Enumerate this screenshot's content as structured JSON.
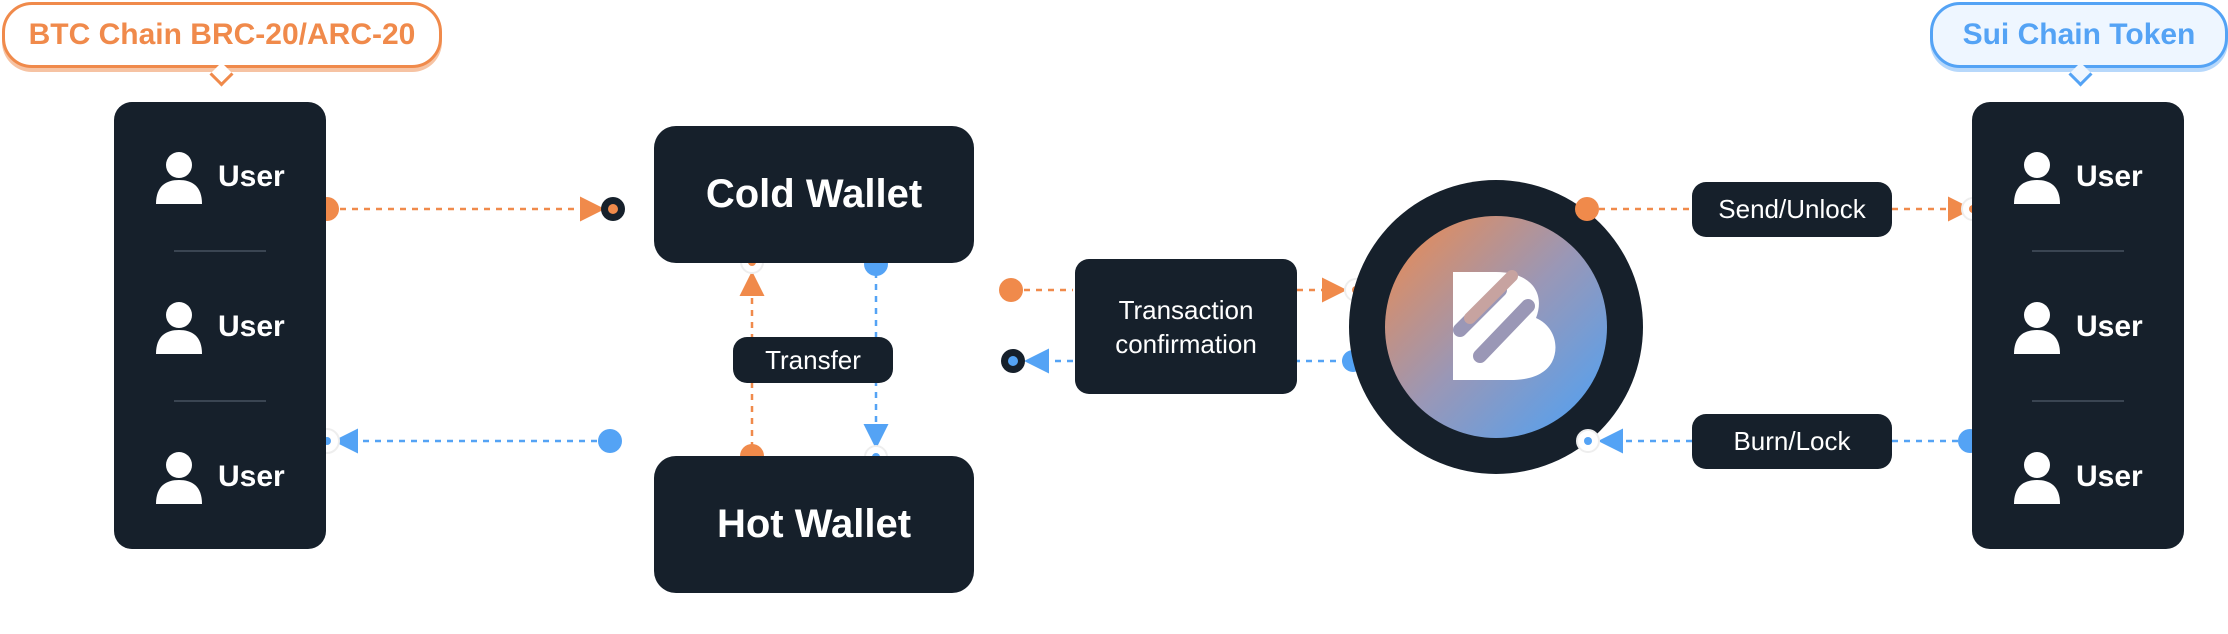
{
  "tags": {
    "left": "BTC Chain BRC-20/ARC-20",
    "right": "Sui Chain Token"
  },
  "left_panel": {
    "users": [
      "User",
      "User",
      "User"
    ]
  },
  "right_panel": {
    "users": [
      "User",
      "User",
      "User"
    ]
  },
  "wallets": {
    "cold": "Cold Wallet",
    "hot": "Hot Wallet"
  },
  "labels": {
    "transfer": "Transfer",
    "transaction_line1": "Transaction",
    "transaction_line2": "confirmation",
    "send_unlock": "Send/Unlock",
    "burn_lock": "Burn/Lock"
  },
  "colors": {
    "orange": "#f08a4b",
    "blue": "#54a3f5",
    "dark": "#16202b"
  },
  "icons": {
    "user": "user-icon",
    "bridge_logo": "bridge-logo-icon"
  }
}
